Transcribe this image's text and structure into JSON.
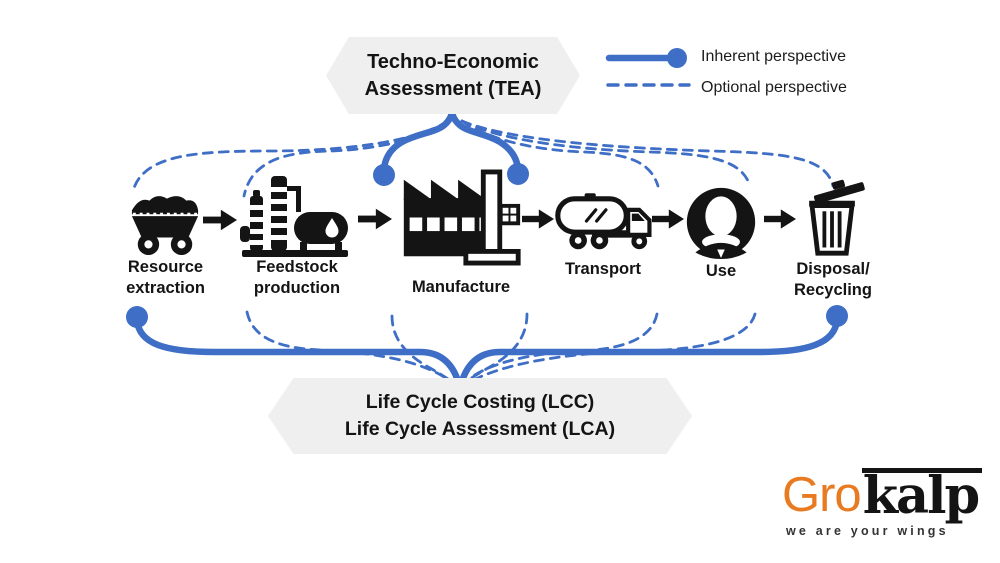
{
  "colors": {
    "accent_blue": "#3e6ec5",
    "banner_gray": "#efefef",
    "icon_black": "#141414",
    "logo_orange": "#e87b22"
  },
  "banners": {
    "tea": {
      "label": "Techno-Economic\nAssessment (TEA)"
    },
    "lca": {
      "label": "Life Cycle Costing (LCC)\nLife Cycle Assessment (LCA)"
    }
  },
  "legend": {
    "items": [
      {
        "style": "solid-line-with-dot",
        "label": "Inherent perspective"
      },
      {
        "style": "dashed-line",
        "label": "Optional perspective"
      }
    ]
  },
  "stages": [
    {
      "label": "Resource\nextraction",
      "icon": "mine-cart-icon"
    },
    {
      "label": "Feedstock\nproduction",
      "icon": "refinery-icon"
    },
    {
      "label": "Manufacture",
      "icon": "factory-icon"
    },
    {
      "label": "Transport",
      "icon": "tanker-truck-icon"
    },
    {
      "label": "Use",
      "icon": "person-icon"
    },
    {
      "label": "Disposal/\nRecycling",
      "icon": "trash-bin-icon"
    }
  ],
  "logo": {
    "name_part1": "Gro",
    "name_part2": "kalp",
    "tagline": "we are your wings"
  }
}
